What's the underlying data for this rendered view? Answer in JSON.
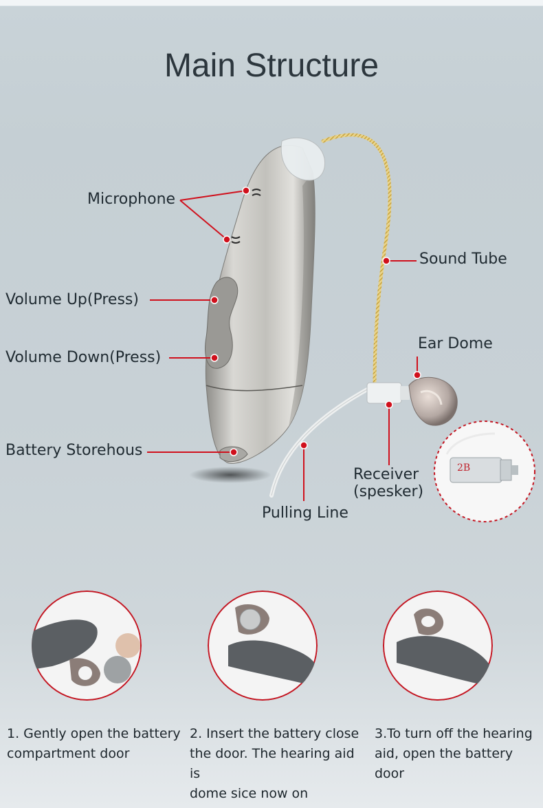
{
  "title": "Main Structure",
  "labels": {
    "microphone": "Microphone",
    "volume_up": "Volume Up(Press)",
    "volume_down": "Volume Down(Press)",
    "battery": "Battery Storehous",
    "sound_tube": "Sound Tube",
    "ear_dome": "Ear Dome",
    "receiver_line1": "Receiver",
    "receiver_line2": "(spesker)",
    "pulling_line": "Pulling Line",
    "receiver_tag": "2B"
  },
  "steps": [
    {
      "line1": "1. Gently open the battery",
      "line2": "compartment door",
      "line3": ""
    },
    {
      "line1": "2. Insert the battery close",
      "line2": "the door. The hearing aid is",
      "line3": "dome sice now on"
    },
    {
      "line1": "3.To turn off the hearing",
      "line2": "aid, open the battery door",
      "line3": ""
    }
  ],
  "colors": {
    "pointer": "#d0101c",
    "device": "#bdbcb8"
  }
}
